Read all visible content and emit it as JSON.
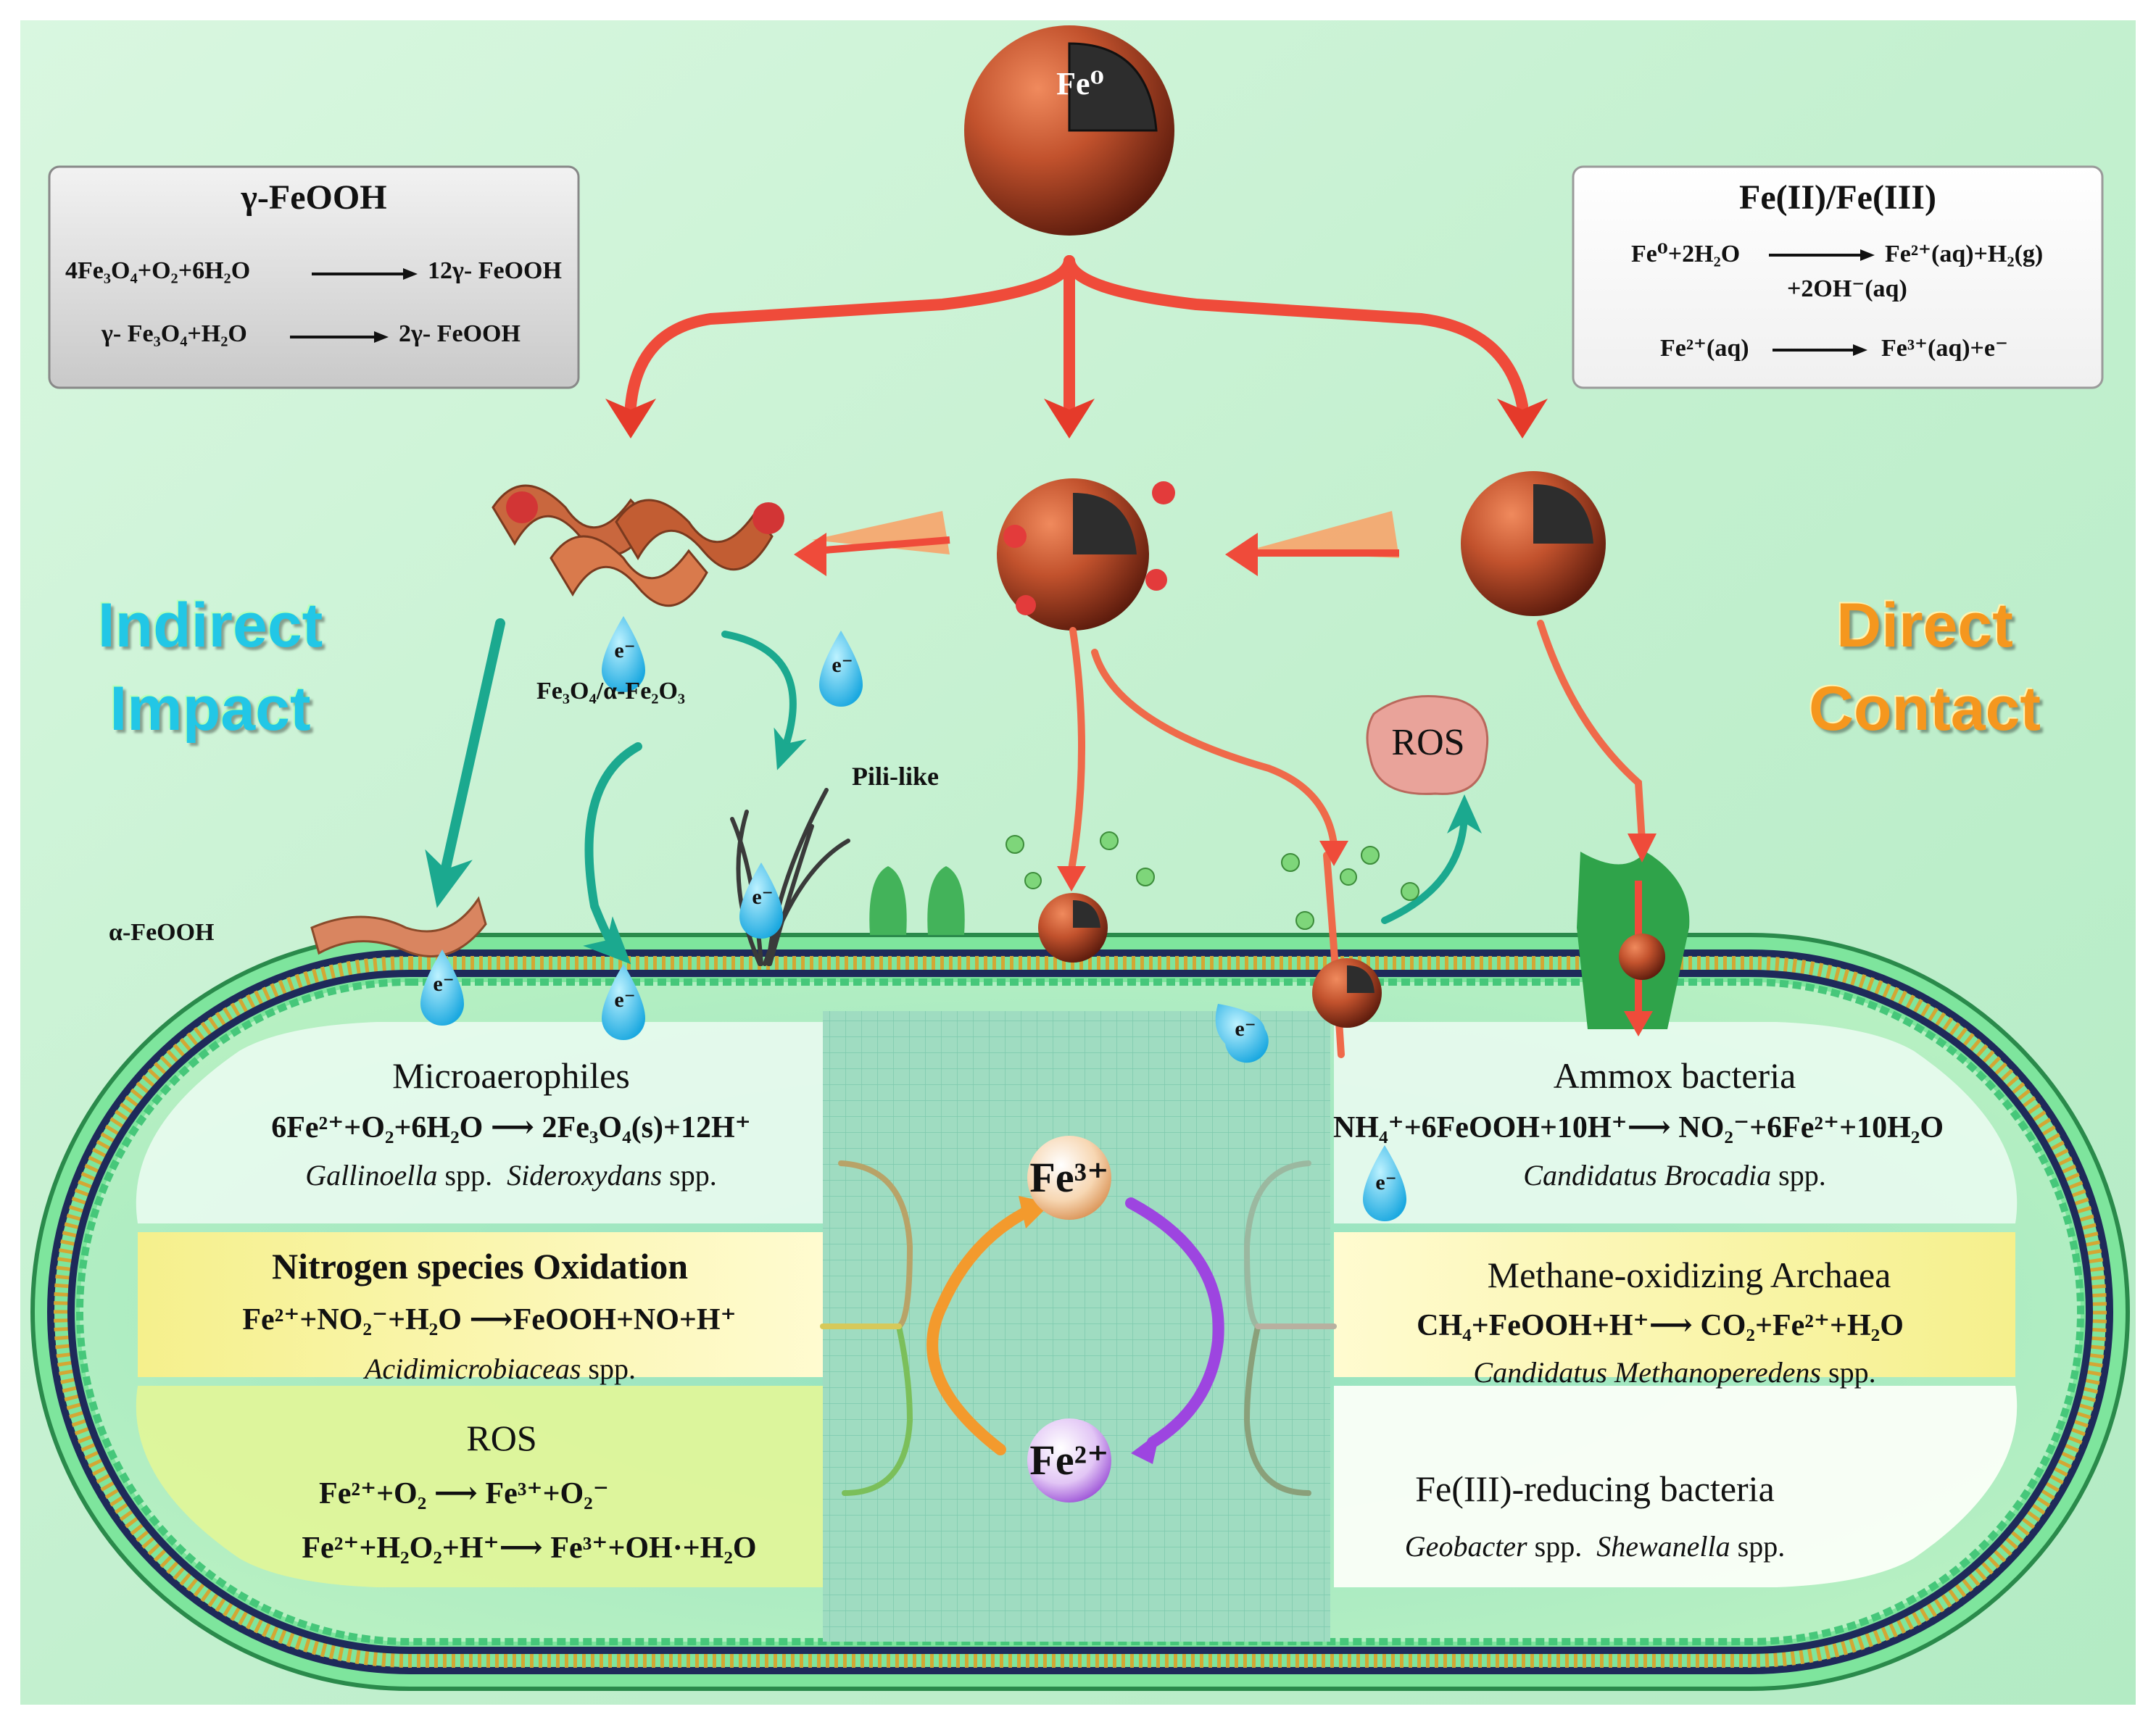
{
  "top_particle": "Fe⁰",
  "box_gamma": {
    "title": "γ-FeOOH",
    "eq1_left": "4Fe₃O₄+O₂+6H₂O",
    "eq1_right": "12γ- FeOOH",
    "eq2_left": "γ- Fe₃O₄+H₂O",
    "eq2_right": "2γ- FeOOH"
  },
  "box_fe23": {
    "title": "Fe(II)/Fe(III)",
    "eq1_left": "Fe⁰+2H₂O",
    "eq1_right": "Fe²⁺(aq)+H₂(g)",
    "eq1_cont": "+2OH⁻(aq)",
    "eq2_left": "Fe²⁺(aq)",
    "eq2_right": "Fe³⁺(aq)+e⁻"
  },
  "labels": {
    "indirect_1": "Indirect",
    "indirect_2": "Impact",
    "direct_1": "Direct",
    "direct_2": "Contact",
    "fe3o4": "Fe₃O₄/α-Fe₂O₃",
    "pili": "Pili-like",
    "alpha_feooh": "α-FeOOH",
    "ros_blob": "ROS",
    "electron": "e⁻",
    "fe3_ion": "Fe³⁺",
    "fe2_ion": "Fe²⁺"
  },
  "panels_left": [
    {
      "title": "Microaerophiles",
      "eq": "6Fe²⁺+O₂+6H₂O ⟶ 2Fe₃O₄(s)+12H⁺",
      "sp1": "Gallinoella",
      "sp1_suffix": " spp.",
      "sp2": "Sideroxydans",
      "sp2_suffix": " spp."
    },
    {
      "title": "Nitrogen species Oxidation",
      "eq": "Fe²⁺+NO₂⁻+H₂O ⟶FeOOH+NO+H⁺",
      "sp1": "Acidimicrobiaceas",
      "sp1_suffix": " spp."
    },
    {
      "title": "ROS",
      "eq": "Fe²⁺+O₂ ⟶ Fe³⁺+O₂⁻",
      "eq2": "Fe²⁺+H₂O₂+H⁺⟶ Fe³⁺+OH·+H₂O"
    }
  ],
  "panels_right": [
    {
      "title": "Ammox bacteria",
      "eq": "NH₄⁺+6FeOOH+10H⁺⟶ NO₂⁻+6Fe²⁺+10H₂O",
      "sp1": "Candidatus Brocadia",
      "sp1_suffix": " spp."
    },
    {
      "title": "Methane-oxidizing Archaea",
      "eq": "CH₄+FeOOH+H⁺⟶ CO₂+Fe²⁺+H₂O",
      "sp1": "Candidatus Methanoperedens",
      "sp1_suffix": " spp."
    },
    {
      "title": "Fe(III)-reducing bacteria",
      "sp1": "Geobacter",
      "sp1_suffix": " spp.",
      "sp2": "Shewanella",
      "sp2_suffix": " spp."
    }
  ],
  "colors": {
    "background": "#c9f2d4",
    "membrane_green": "#7fe39b",
    "membrane_gold": "#d4a930",
    "cell_interior": "#a8e9b4",
    "sphere": "#b84a2a",
    "arrow_red": "#ef4b3a",
    "arrow_teal": "#17a98b",
    "electron_blue": "#25b7e8"
  }
}
